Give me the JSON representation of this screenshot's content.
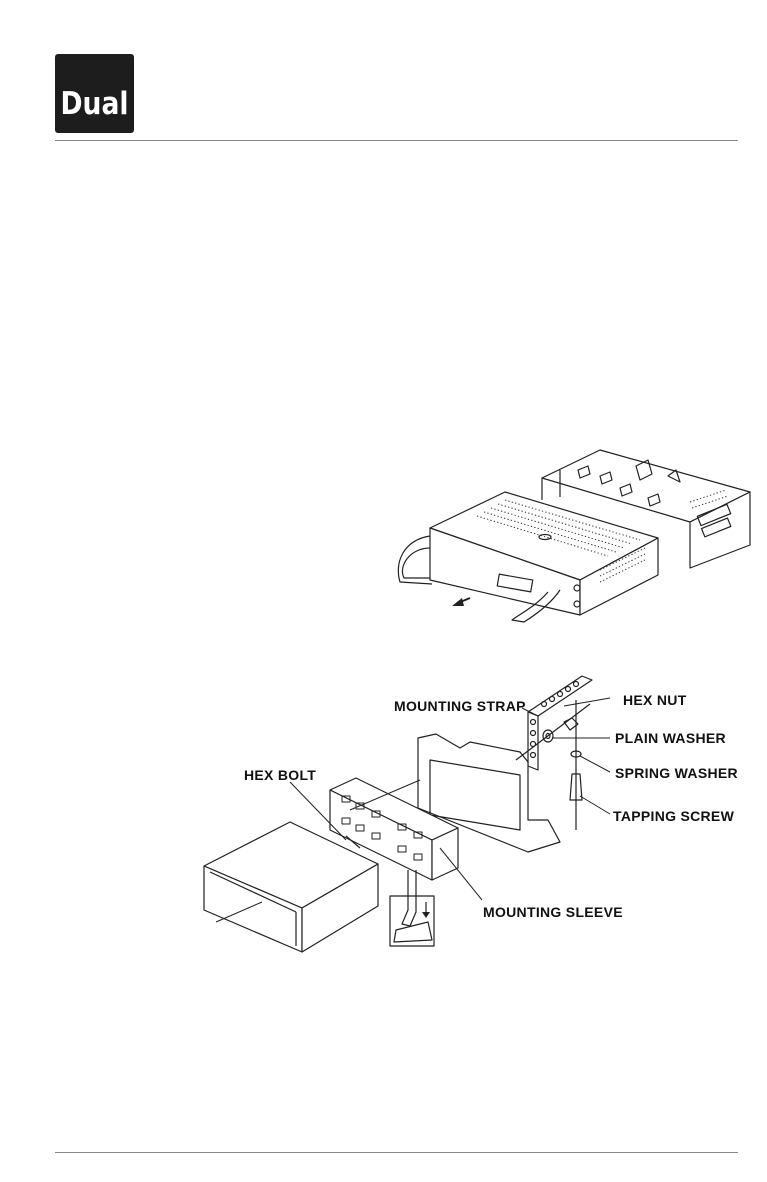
{
  "brand": {
    "logo_text": "Dual"
  },
  "figure2": {
    "labels": {
      "mounting_strap": "MOUNTING STRAP",
      "hex_nut": "HEX NUT",
      "plain_washer": "PLAIN WASHER",
      "spring_washer": "SPRING WASHER",
      "tapping_screw": "TAPPING SCREW",
      "hex_bolt": "HEX BOLT",
      "mounting_sleeve": "MOUNTING SLEEVE"
    }
  }
}
